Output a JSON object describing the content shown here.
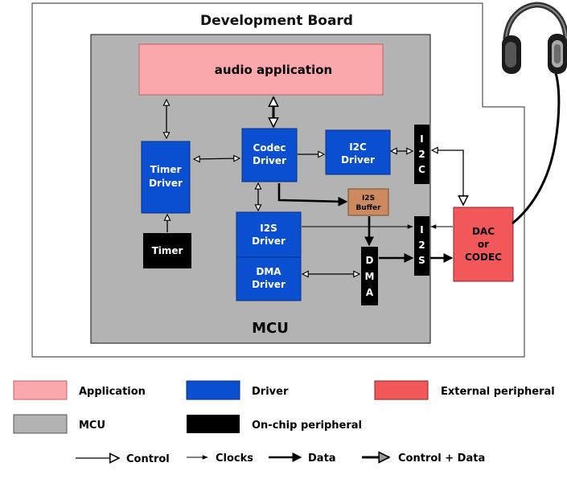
{
  "diagram": {
    "board_title": "Development Board",
    "mcu_label": "MCU",
    "blocks": {
      "audio_app": "audio application",
      "timer_driver": [
        "Timer",
        "Driver"
      ],
      "codec_driver": [
        "Codec",
        "Driver"
      ],
      "i2c_driver": [
        "I2C",
        "Driver"
      ],
      "i2s_driver": [
        "I2S",
        "Driver"
      ],
      "dma_driver": [
        "DMA",
        "Driver"
      ],
      "timer": "Timer",
      "i2s_buffer": [
        "I2S",
        "Buffer"
      ],
      "i2c_periph": [
        "I",
        "2",
        "C"
      ],
      "i2s_periph": [
        "I",
        "2",
        "S"
      ],
      "dma_periph": [
        "D",
        "M",
        "A"
      ],
      "dac_codec": [
        "DAC",
        "or",
        "CODEC"
      ]
    },
    "icons": {
      "headphones": "headphones-icon"
    }
  },
  "legend": {
    "swatches": [
      {
        "label": "Application",
        "color": "#fba8ac"
      },
      {
        "label": "Driver",
        "color": "#0a4fcf"
      },
      {
        "label": "External peripheral",
        "color": "#f2585a"
      },
      {
        "label": "MCU",
        "color": "#b3b3b3"
      },
      {
        "label": "On-chip peripheral",
        "color": "#000000"
      }
    ],
    "arrows": [
      {
        "label": "Control"
      },
      {
        "label": "Clocks"
      },
      {
        "label": "Data"
      },
      {
        "label": "Control + Data"
      }
    ]
  },
  "colors": {
    "application": "#fba8ac",
    "driver": "#0a4fcf",
    "external": "#f2585a",
    "mcu": "#b3b3b3",
    "buffer": "#cd8a5f",
    "on_chip": "#000000"
  }
}
